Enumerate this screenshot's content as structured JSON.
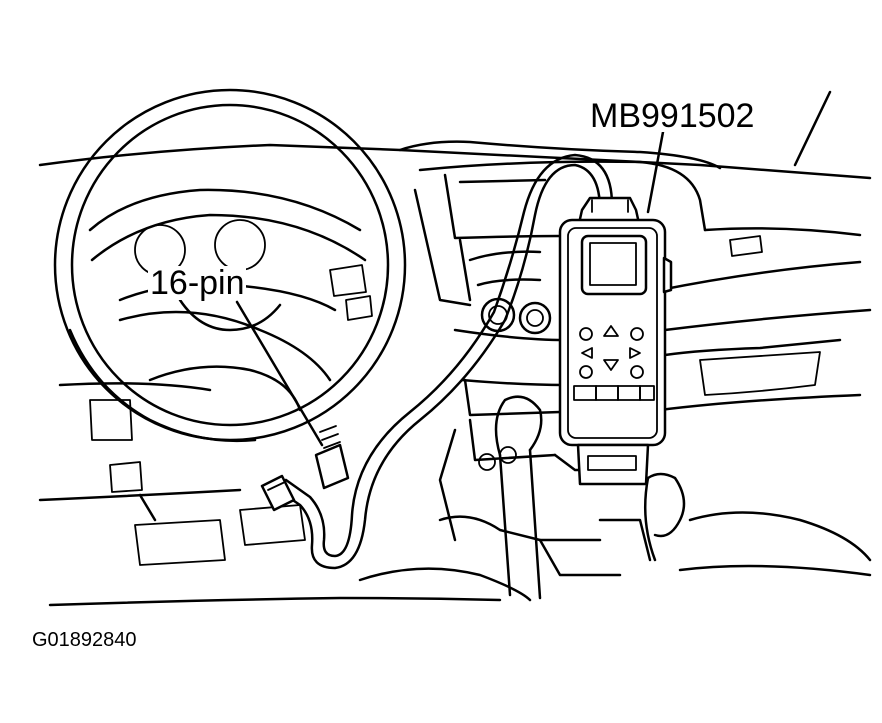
{
  "labels": {
    "connector": "16-pin",
    "tool_part_number": "MB991502",
    "figure_id": "G01892840"
  },
  "colors": {
    "line": "#000000",
    "background": "#ffffff"
  }
}
